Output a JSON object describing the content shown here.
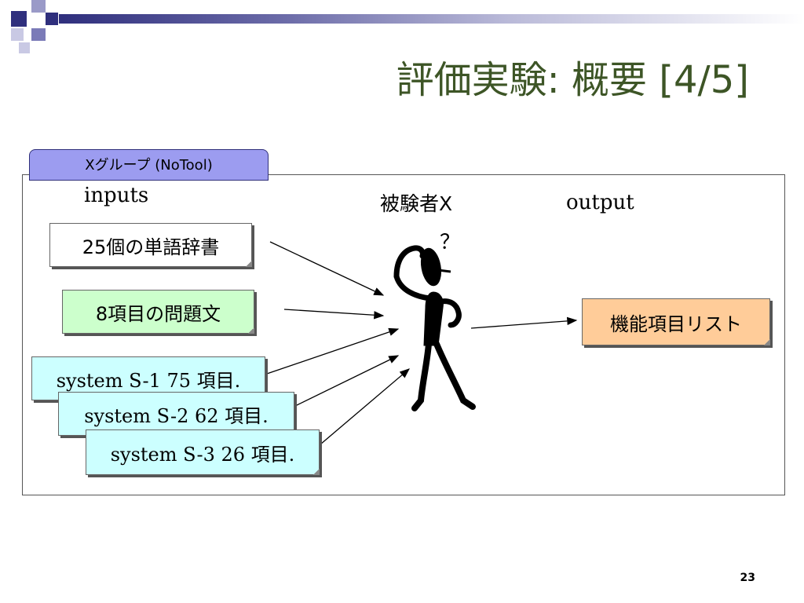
{
  "slide": {
    "title": "評価実験: 概要 [4/5]",
    "page_number": "23"
  },
  "diagram": {
    "group_tab": "Xグループ (NoTool)",
    "inputs_label": "inputs",
    "subject_label": "被験者X",
    "output_label": "output",
    "question_mark": "？",
    "input_boxes": {
      "dictionary": "25個の単語辞書",
      "sentences": "8項目の問題文",
      "system1": "system S-1 75 項目.",
      "system2": "system S-2 62 項目.",
      "system3": "system S-3 26 項目."
    },
    "output_box": "機能項目リスト",
    "colors": {
      "title": "#3d5526",
      "tab_fill": "#9c9cf0",
      "sentences_fill": "#ccffcc",
      "system_fill": "#ccffff",
      "output_fill": "#ffcc99"
    }
  }
}
